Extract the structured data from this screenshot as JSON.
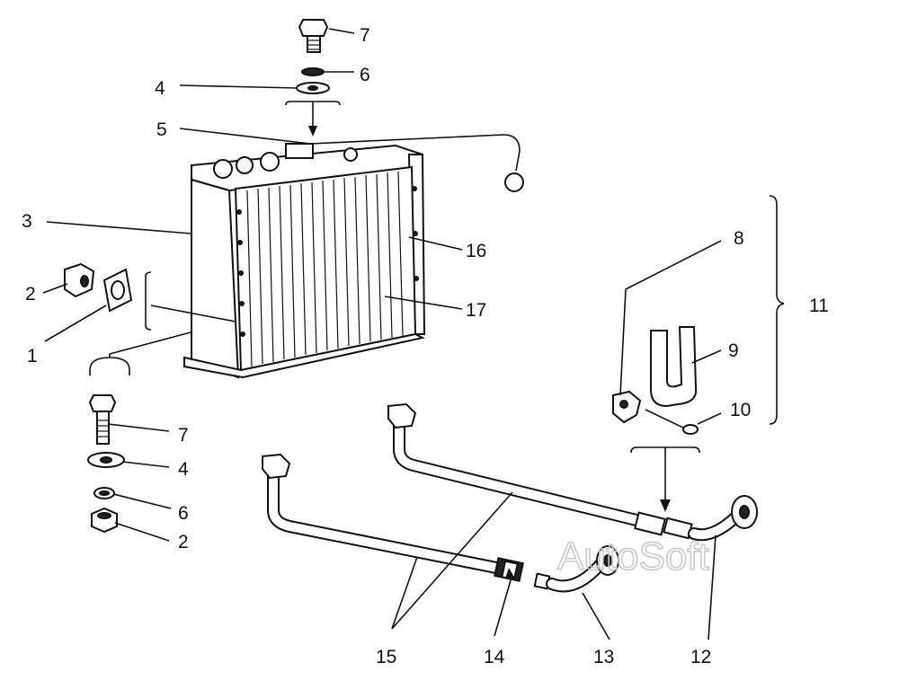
{
  "watermark": "AutoSoft",
  "callouts": {
    "c1": "1",
    "c2a": "2",
    "c2b": "2",
    "c3": "3",
    "c4a": "4",
    "c4b": "4",
    "c5": "5",
    "c6a": "6",
    "c6b": "6",
    "c7a": "7",
    "c7b": "7",
    "c8": "8",
    "c9": "9",
    "c10": "10",
    "c11": "11",
    "c12": "12",
    "c13": "13",
    "c14": "14",
    "c15": "15",
    "c16": "16",
    "c17": "17"
  },
  "colors": {
    "ink": "#111111",
    "paper": "#ffffff",
    "watermark": "#c9c9c9"
  }
}
